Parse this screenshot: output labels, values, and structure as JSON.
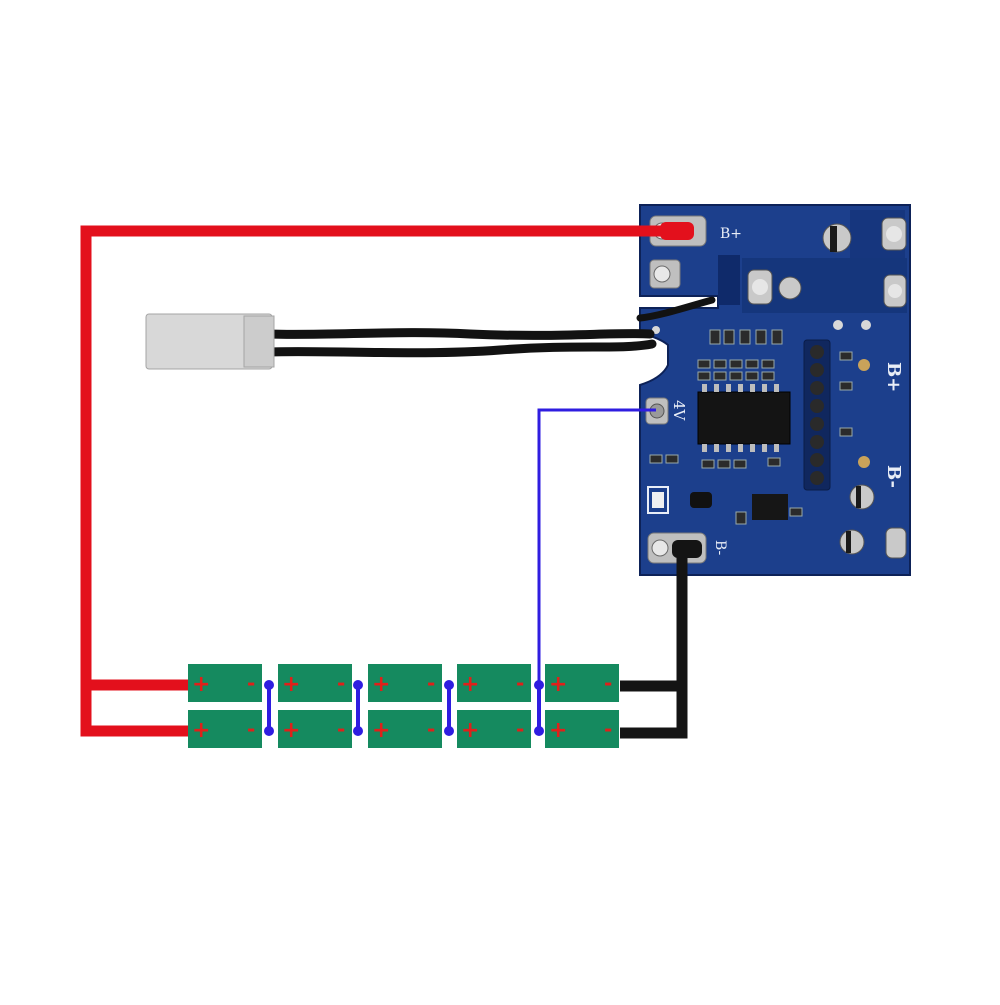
{
  "board": {
    "labels": {
      "b_plus_top": "B+",
      "b_plus_mid": "B+",
      "b_minus_right": "B-",
      "b_minus_bottom": "B-",
      "four_v": "4V"
    },
    "colors": {
      "pcb": "#1c3f8c",
      "pcb_dark": "#112a66",
      "silk": "#e9eef7",
      "pad": "#c8c8c8",
      "chip": "#141414"
    }
  },
  "connector": {
    "color": "#d8d8d8",
    "wire_color": "#121212"
  },
  "battery_pack": {
    "rows": 2,
    "cells_per_row": 5,
    "cell_color": "#158a5f",
    "positive_sign": "+",
    "negative_sign": "-",
    "sign_color": "#e0201a"
  },
  "wires": {
    "positive_color": "#e3101c",
    "negative_color": "#141414",
    "balance_color": "#2f1de0"
  }
}
